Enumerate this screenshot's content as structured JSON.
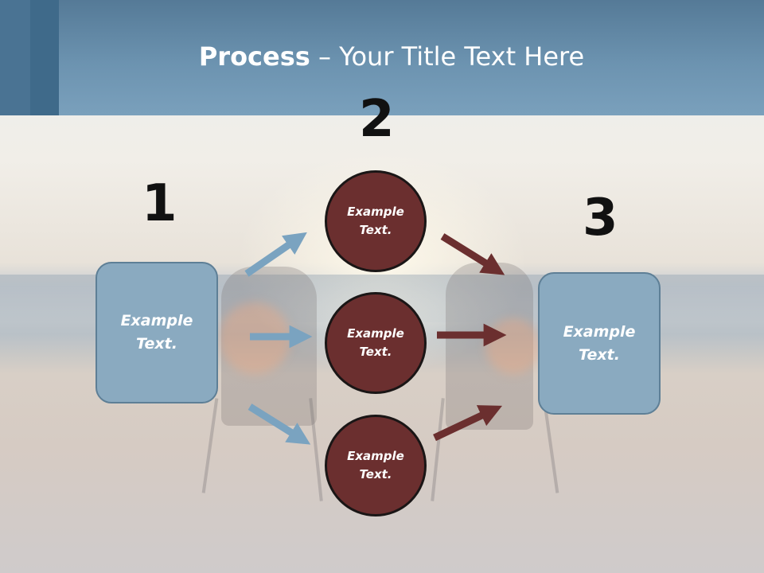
{
  "slide": {
    "title_bold": "Process",
    "title_rest": " – Your Title Text Here",
    "colors": {
      "header": "#6c93b0",
      "box_fill": "#8aaac0",
      "circle_fill": "#6b2f2f",
      "arrow_blue": "#7aa3c0",
      "arrow_red": "#6b2f2f"
    }
  },
  "steps": {
    "one": {
      "number": "1",
      "line1": "Example",
      "line2": "Text."
    },
    "two": {
      "number": "2"
    },
    "three": {
      "number": "3",
      "line1": "Example",
      "line2": "Text."
    }
  },
  "circles": [
    {
      "line1": "Example",
      "line2": "Text."
    },
    {
      "line1": "Example",
      "line2": "Text."
    },
    {
      "line1": "Example",
      "line2": "Text."
    }
  ]
}
